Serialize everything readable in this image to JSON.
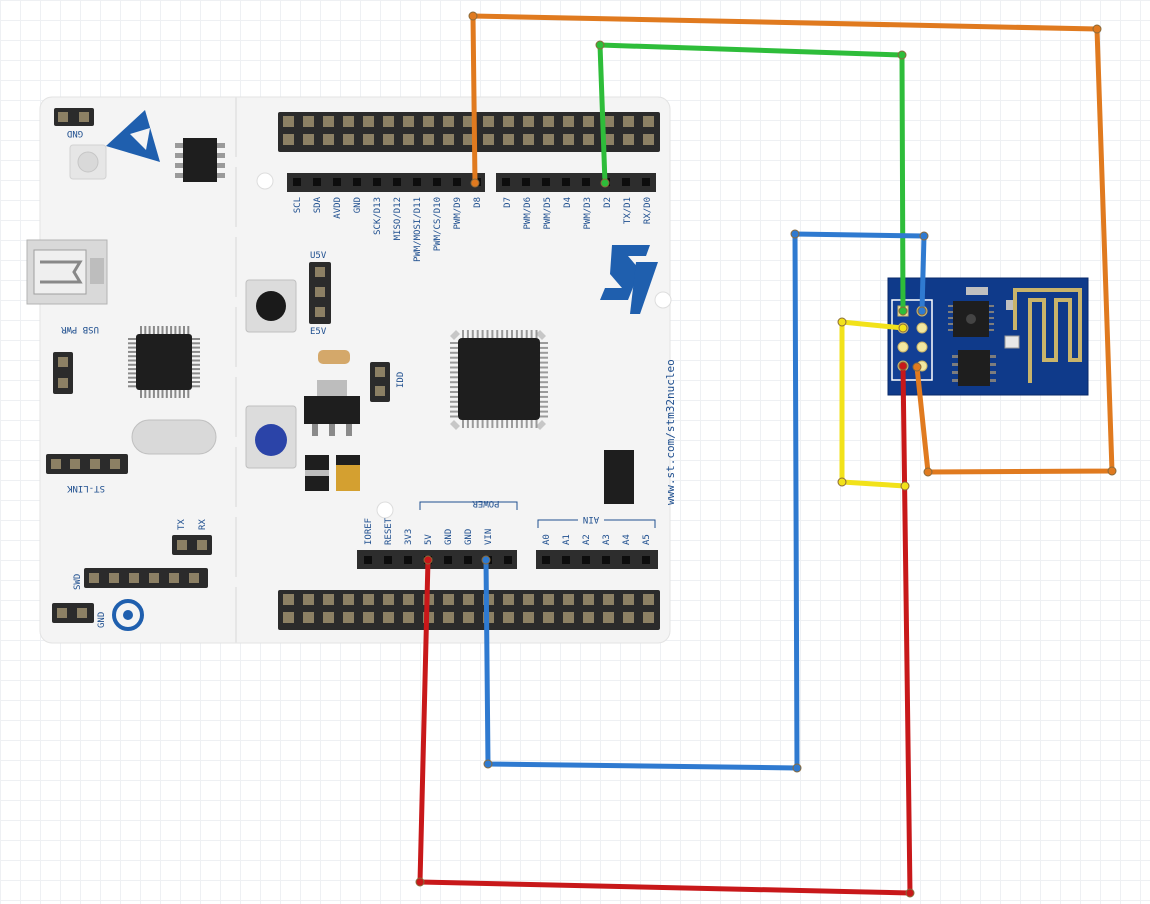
{
  "board": {
    "url_text": "www.st.com/stm32nucleo",
    "logo_text": "ST",
    "labels": {
      "gnd_top": "GND",
      "usb_pwr": "USB PWR",
      "u5v": "U5V",
      "e5v": "E5V",
      "idd": "IDD",
      "st_link": "ST-LINK",
      "tx": "TX",
      "rx": "RX",
      "swd": "SWD",
      "gnd_bottom": "GND",
      "power": "POWER",
      "ain": "AIN"
    },
    "digital_pins_left": [
      "SCL",
      "SDA",
      "AVDD",
      "GND",
      "SCK/D13",
      "MISO/D12",
      "PWM/MOSI/D11",
      "PWM/CS/D10",
      "PWM/D9",
      "D8"
    ],
    "digital_pins_right": [
      "D7",
      "PWM/D6",
      "PWM/D5",
      "D4",
      "PWM/D3",
      "D2",
      "TX/D1",
      "RX/D0"
    ],
    "power_pins": [
      "IOREF",
      "RESET",
      "3V3",
      "5V",
      "GND",
      "GND",
      "VIN"
    ],
    "analog_pins": [
      "A0",
      "A1",
      "A2",
      "A3",
      "A4",
      "A5"
    ]
  },
  "colors": {
    "wire_orange": "#e07a1f",
    "wire_green": "#2ebd3a",
    "wire_blue": "#2f7ad0",
    "wire_yellow": "#f2e21a",
    "wire_red": "#c8181a",
    "module_blue": "#0f3a8a",
    "board_white": "#f4f4f4",
    "board_text": "#1f4f8f"
  },
  "wires": [
    {
      "name": "wire-orange",
      "color": "orange"
    },
    {
      "name": "wire-green",
      "color": "green"
    },
    {
      "name": "wire-blue",
      "color": "blue"
    },
    {
      "name": "wire-yellow",
      "color": "yellow"
    },
    {
      "name": "wire-red",
      "color": "red"
    }
  ]
}
